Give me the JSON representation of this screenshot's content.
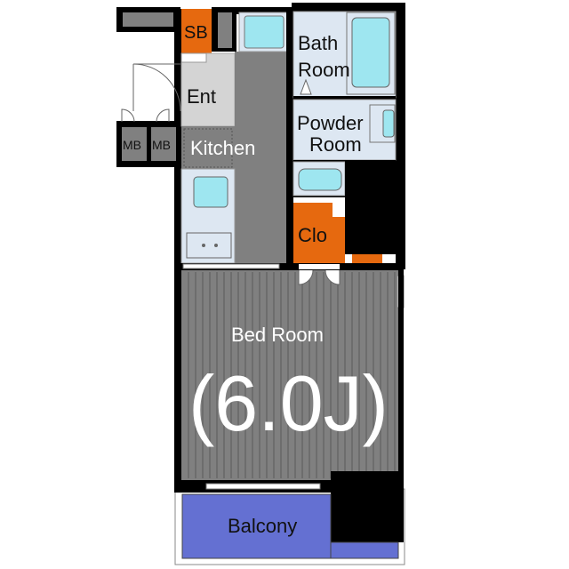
{
  "rooms": {
    "sb": "SB",
    "bath_line1": "Bath",
    "bath_line2": "Room",
    "ent": "Ent",
    "mb_left": "MB",
    "mb_right": "MB",
    "kitchen": "Kitchen",
    "powder_line1": "Powder",
    "powder_line2": "Room",
    "clo": "Clo",
    "bedroom": "Bed Room",
    "bedroom_size": "(6.0J)",
    "balcony": "Balcony"
  },
  "colors": {
    "wall": "#000000",
    "floor_gray": "#808080",
    "tile_gray": "#d4d4d4",
    "wet_area": "#dde7f2",
    "fixture": "#9ee6f0",
    "storage_orange": "#e6690f",
    "balcony_blue": "#6470d2"
  }
}
